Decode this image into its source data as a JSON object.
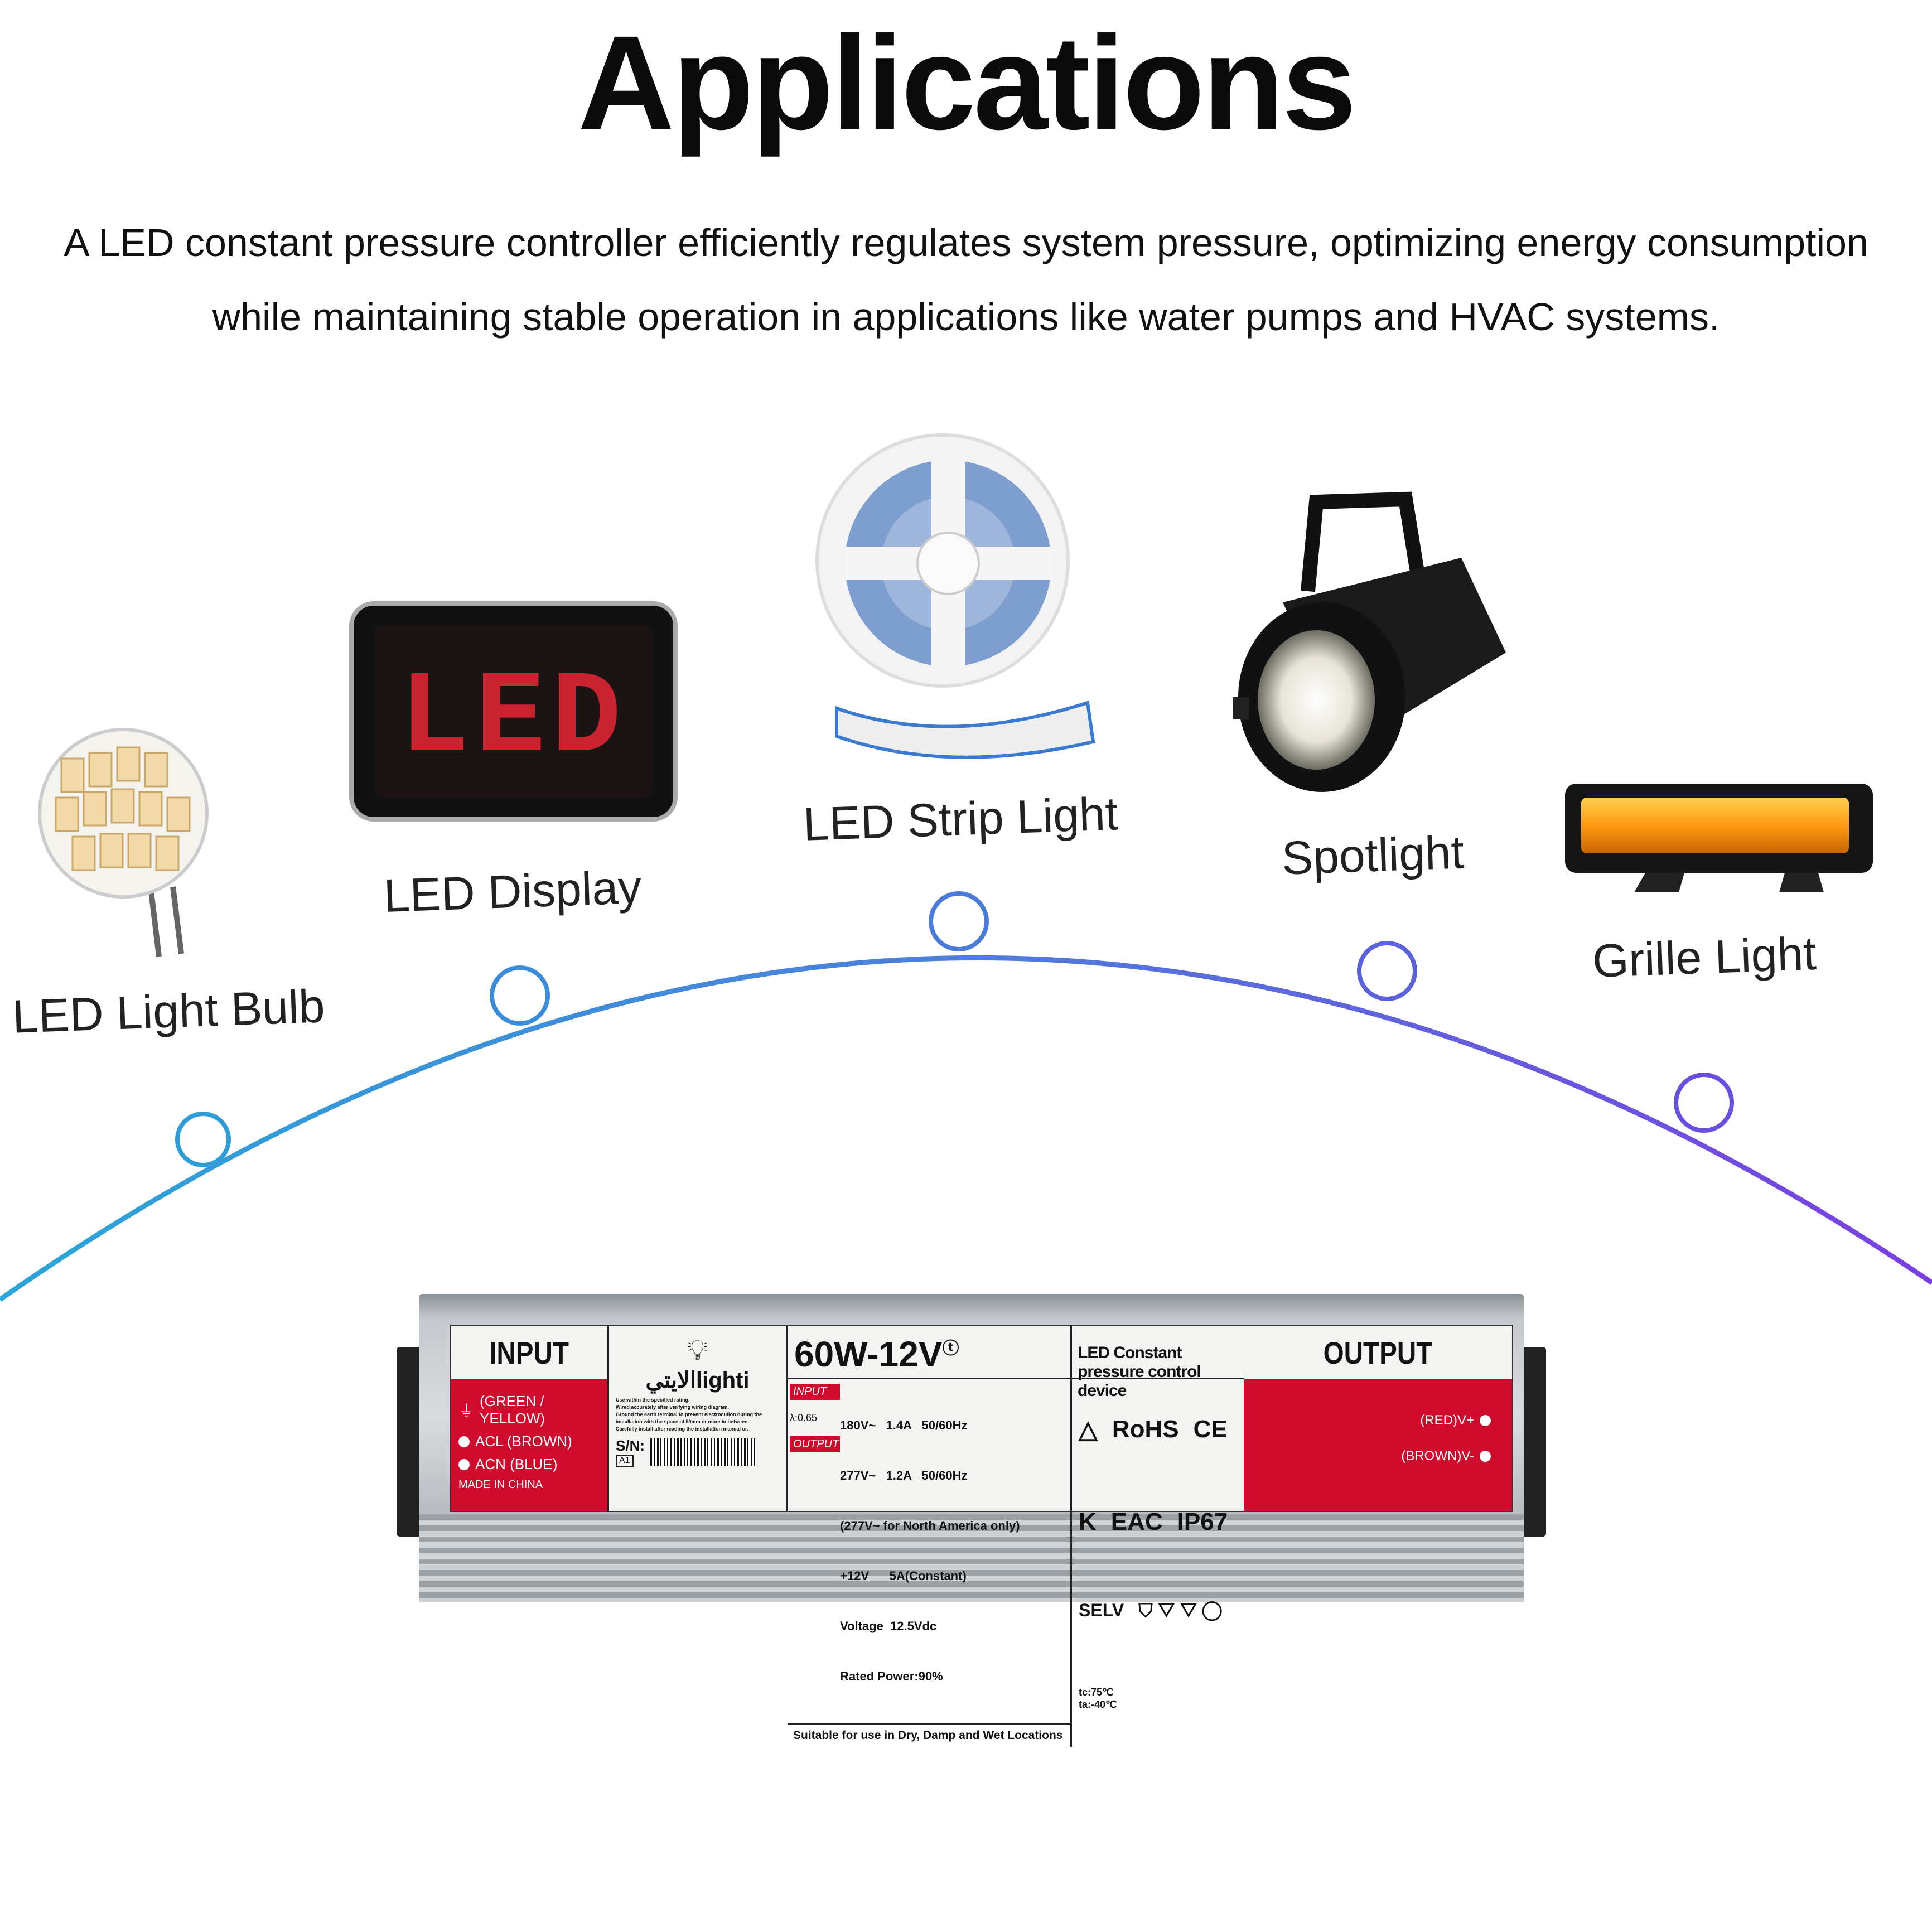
{
  "header": {
    "title": "Applications",
    "subtitle_lines": [
      "A LED constant pressure controller efficiently regulates system pressure, optimizing energy consumption",
      "while maintaining stable operation in applications like water pumps and HVAC systems."
    ]
  },
  "applications": [
    {
      "label": "LED Light Bulb",
      "icon": "led-bulb-icon"
    },
    {
      "label": "LED Display",
      "icon": "led-display-icon",
      "display_text": "LED"
    },
    {
      "label": "LED Strip Light",
      "icon": "led-strip-icon"
    },
    {
      "label": "Spotlight",
      "icon": "spotlight-icon"
    },
    {
      "label": "Grille Light",
      "icon": "grille-light-icon"
    }
  ],
  "colors": {
    "arc_start": "#2aa6d8",
    "arc_end": "#7b3fe0",
    "label_red": "#cf0a2c"
  },
  "product": {
    "input_panel": {
      "title": "INPUT",
      "wires": [
        "(GREEN / YELLOW)",
        "ACL (BROWN)",
        "ACN (BLUE)"
      ],
      "origin": "MADE IN CHINA"
    },
    "brand_panel": {
      "brand": "الايتيlighti",
      "fine_print": [
        "Use within the specified rating.",
        "Wired accurately after verifying wiring diagram.",
        "Ground the earth terminal to prevent electrocution during the",
        "installation with the space of 50mm or more in between.",
        "Carefully install after reading the installation manual or."
      ],
      "sn_label": "S/N:",
      "sn_code": "A1"
    },
    "model": "60W-12V",
    "description": "LED Constant pressure control device",
    "specs": {
      "input_tag": "INPUT",
      "output_tag": "OUTPUT",
      "power_factor": "λ:0.65",
      "input_lines": [
        "180V~   1.4A   50/60Hz",
        "277V~   1.2A   50/60Hz",
        "(277V~ for North America only)"
      ],
      "output_lines": [
        "+12V      5A(Constant)",
        "Voltage  12.5Vdc",
        "Rated Power:90%"
      ],
      "footer": "Suitable for use in Dry, Damp and Wet Locations"
    },
    "certs": [
      "RoHS",
      "CE",
      "EAC",
      "IP67",
      "SELV"
    ],
    "temps": [
      "tc:75℃",
      "ta:-40℃"
    ],
    "output_panel": {
      "title": "OUTPUT",
      "wires": [
        "(RED)V+",
        "(BROWN)V-"
      ]
    }
  }
}
